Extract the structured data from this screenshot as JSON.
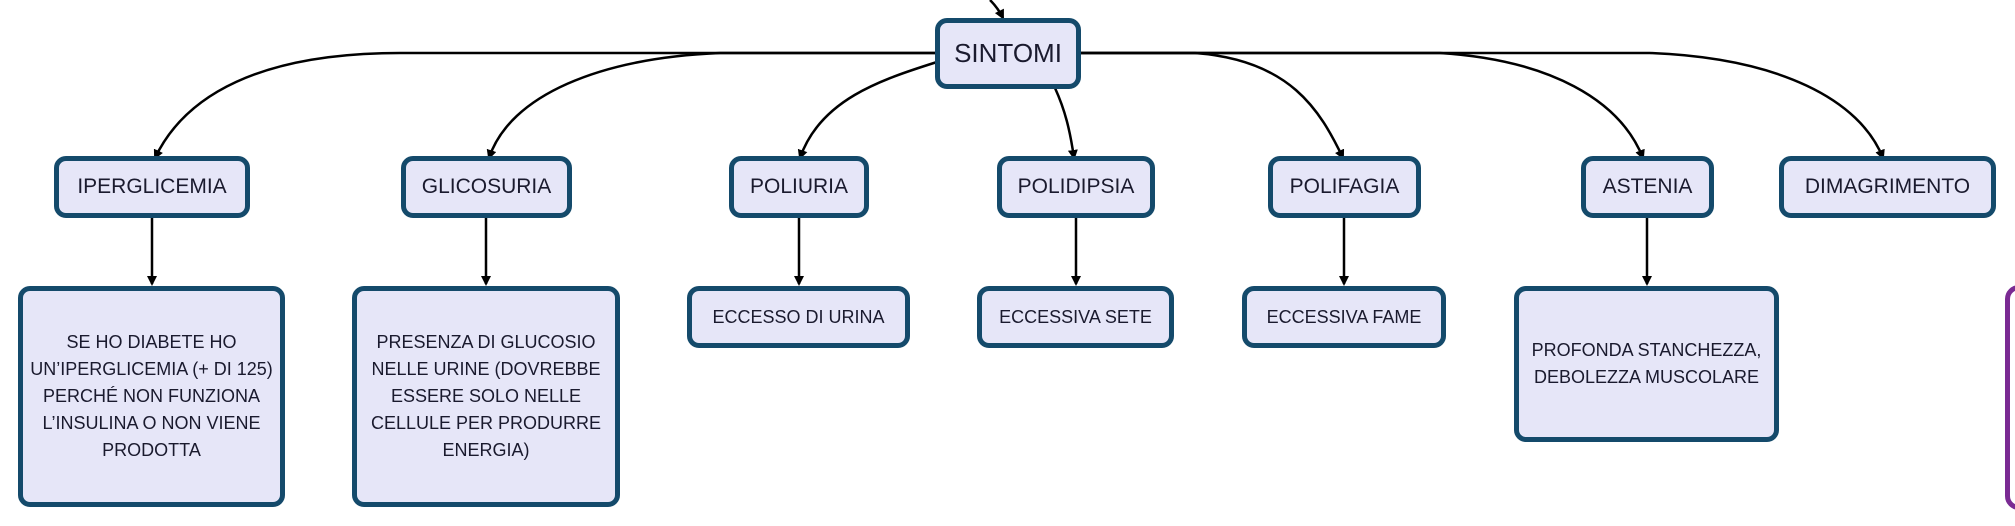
{
  "diagram": {
    "root": {
      "label": "SINTOMI"
    },
    "categories": [
      {
        "label": "IPERGLICEMIA",
        "detail": "SE HO DIABETE HO UN’IPERGLICEMIA (+ DI 125) PERCHÉ NON FUNZIONA L’INSULINA O NON VIENE PRODOTTA"
      },
      {
        "label": "GLICOSURIA",
        "detail": "PRESENZA DI GLUCOSIO NELLE URINE (DOVREBBE ESSERE SOLO NELLE CELLULE PER PRODURRE ENERGIA)"
      },
      {
        "label": "POLIURIA",
        "detail": "ECCESSO DI URINA"
      },
      {
        "label": "POLIDIPSIA",
        "detail": "ECCESSIVA SETE"
      },
      {
        "label": "POLIFAGIA",
        "detail": "ECCESSIVA FAME"
      },
      {
        "label": "ASTENIA",
        "detail": "PROFONDA STANCHEZZA, DEBOLEZZA MUSCOLARE"
      },
      {
        "label": "DIMAGRIMENTO"
      }
    ]
  }
}
